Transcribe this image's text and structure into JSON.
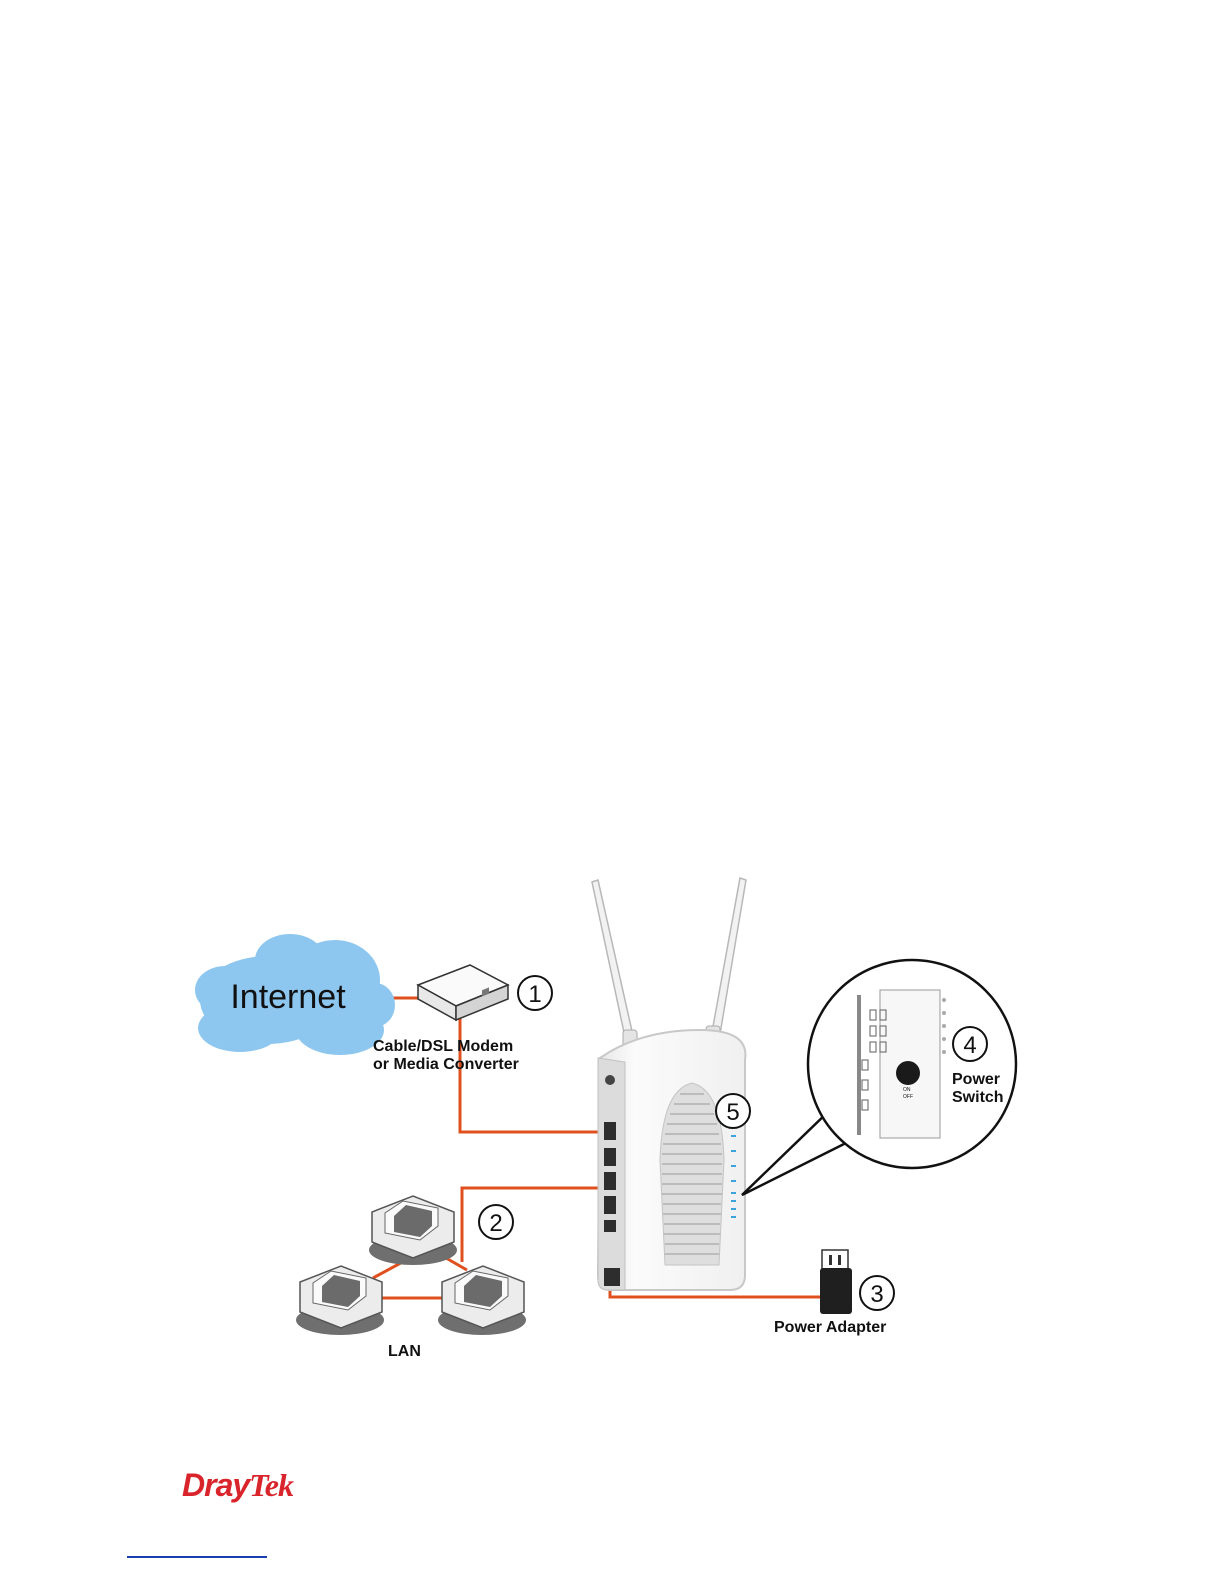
{
  "diagram": {
    "internet_label": "Internet",
    "modem_label_line1": "Cable/DSL Modem",
    "modem_label_line2": "or Media Converter",
    "lan_label": "LAN",
    "power_adapter_label": "Power Adapter",
    "power_switch_line1": "Power",
    "power_switch_line2": "Switch",
    "on_label": "ON",
    "off_label": "OFF",
    "step_numbers": [
      "1",
      "2",
      "3",
      "4",
      "5"
    ]
  },
  "footer": {
    "logo_text_part1": "Dray",
    "logo_text_part2": "Tek"
  },
  "colors": {
    "cable": "#e0501e",
    "cloud": "#8dc7ef",
    "logo": "#d8242a"
  }
}
